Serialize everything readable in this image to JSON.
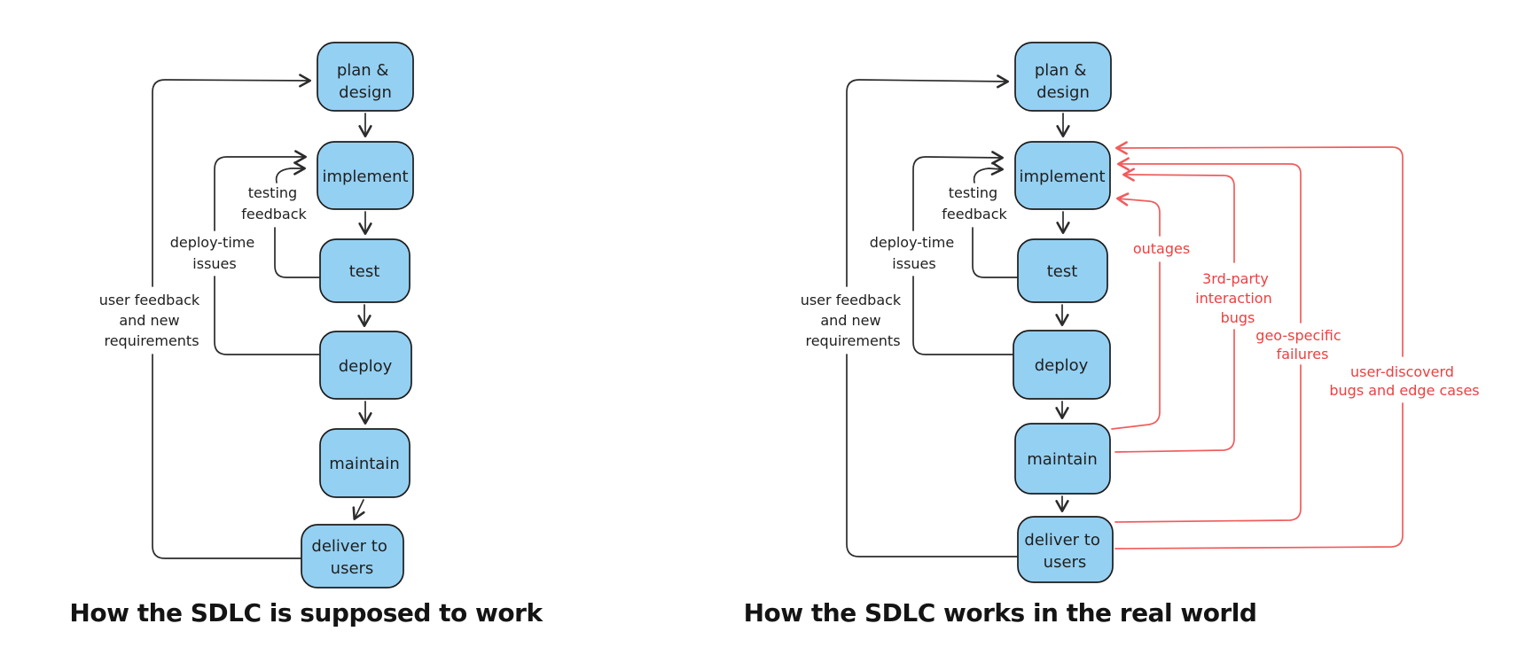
{
  "colors": {
    "node_fill": "#94d0f2",
    "node_stroke": "#1b1b1b",
    "edge": "#2b2b2b",
    "text": "#1f1f1f",
    "red": "#ee4040"
  },
  "left": {
    "caption": "How the SDLC is supposed to work",
    "nodes": {
      "plan": [
        "plan &",
        "design"
      ],
      "implement": [
        "implement"
      ],
      "test": [
        "test"
      ],
      "deploy": [
        "deploy"
      ],
      "maintain": [
        "maintain"
      ],
      "deliver": [
        "deliver to",
        "users"
      ]
    },
    "labels": {
      "testing": [
        "testing",
        "feedback"
      ],
      "deploy_time": [
        "deploy-time",
        "issues"
      ],
      "user_feedback": [
        "user feedback",
        "and new",
        "requirements"
      ]
    }
  },
  "right": {
    "caption": "How the SDLC works in the real world",
    "nodes": {
      "plan": [
        "plan &",
        "design"
      ],
      "implement": [
        "implement"
      ],
      "test": [
        "test"
      ],
      "deploy": [
        "deploy"
      ],
      "maintain": [
        "maintain"
      ],
      "deliver": [
        "deliver to",
        "users"
      ]
    },
    "labels": {
      "testing": [
        "testing",
        "feedback"
      ],
      "deploy_time": [
        "deploy-time",
        "issues"
      ],
      "user_feedback": [
        "user feedback",
        "and new",
        "requirements"
      ]
    },
    "failures": {
      "outages": [
        "outages"
      ],
      "third_party": [
        "3rd-party",
        "interaction",
        "bugs"
      ],
      "geo_specific": [
        "geo-specific",
        "failures"
      ],
      "user_discovered": [
        "user-discoverd",
        "bugs and edge cases"
      ]
    }
  }
}
